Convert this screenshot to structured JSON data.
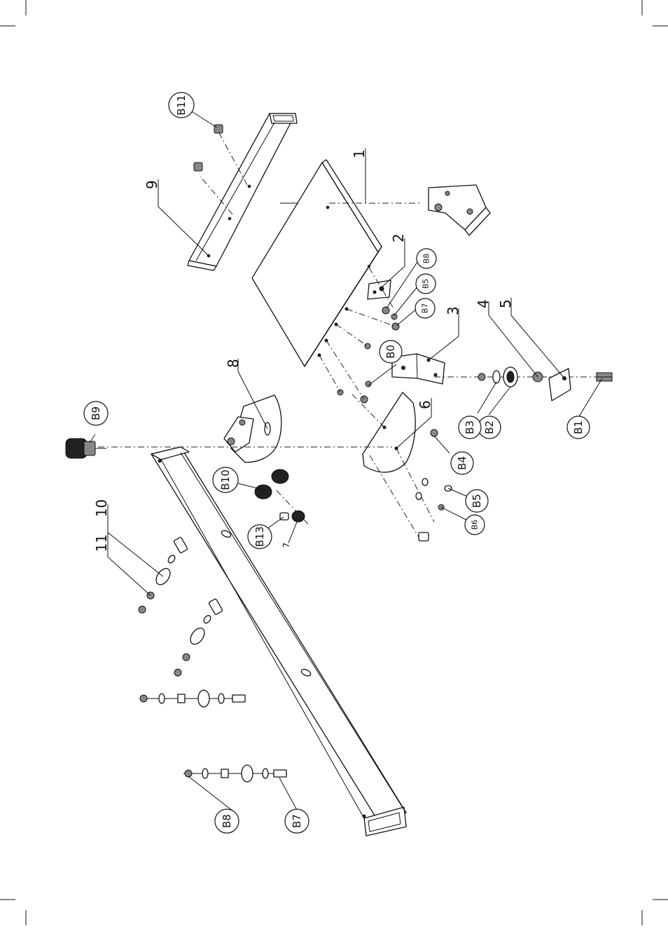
{
  "diagram": {
    "part_numbers": [
      "1",
      "2",
      "3",
      "4",
      "5",
      "6",
      "7",
      "8",
      "9",
      "10",
      "11"
    ],
    "callouts": [
      "B0",
      "B1",
      "B2",
      "B3",
      "B4",
      "B5",
      "B5",
      "B6",
      "B7",
      "B7",
      "B8",
      "B8",
      "B9",
      "B10",
      "B11",
      "B13"
    ]
  }
}
